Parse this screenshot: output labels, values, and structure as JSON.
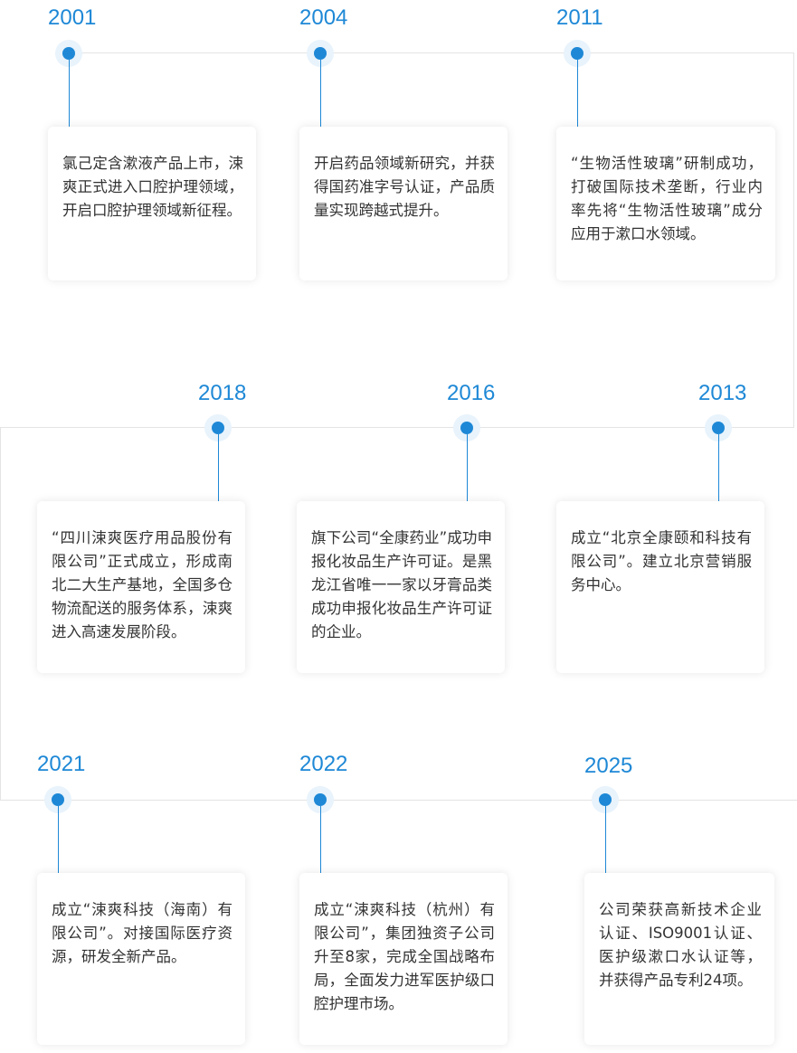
{
  "accent_color": "#1e88d6",
  "milestones": [
    {
      "year": "2001",
      "text": "氯己定含漱液产品上市，涑爽正式进入口腔护理领域，开启口腔护理领域新征程。"
    },
    {
      "year": "2004",
      "text": "开启药品领域新研究，并获得国药准字号认证，产品质量实现跨越式提升。"
    },
    {
      "year": "2011",
      "text": "“生物活性玻璃”研制成功，打破国际技术垄断，行业内率先将“生物活性玻璃”成分应用于漱口水领域。"
    },
    {
      "year": "2018",
      "text": "“四川涑爽医疗用品股份有限公司”正式成立，形成南北二大生产基地，全国多仓物流配送的服务体系，涑爽进入高速发展阶段。"
    },
    {
      "year": "2016",
      "text": "旗下公司“全康药业”成功申报化妆品生产许可证。是黑龙江省唯一一家以牙膏品类成功申报化妆品生产许可证的企业。"
    },
    {
      "year": "2013",
      "text": "成立“北京全康颐和科技有限公司”。建立北京营销服务中心。"
    },
    {
      "year": "2021",
      "text": "成立“涑爽科技（海南）有限公司”。对接国际医疗资源，研发全新产品。"
    },
    {
      "year": "2022",
      "text": "成立“涑爽科技（杭州）有限公司”，集团独资子公司升至8家，完成全国战略布局，全面发力进军医护级口腔护理市场。"
    },
    {
      "year": "2025",
      "text": "公司荣获高新技术企业认证、ISO9001认证、医护级漱口水认证等，并获得产品专利24项。"
    }
  ]
}
